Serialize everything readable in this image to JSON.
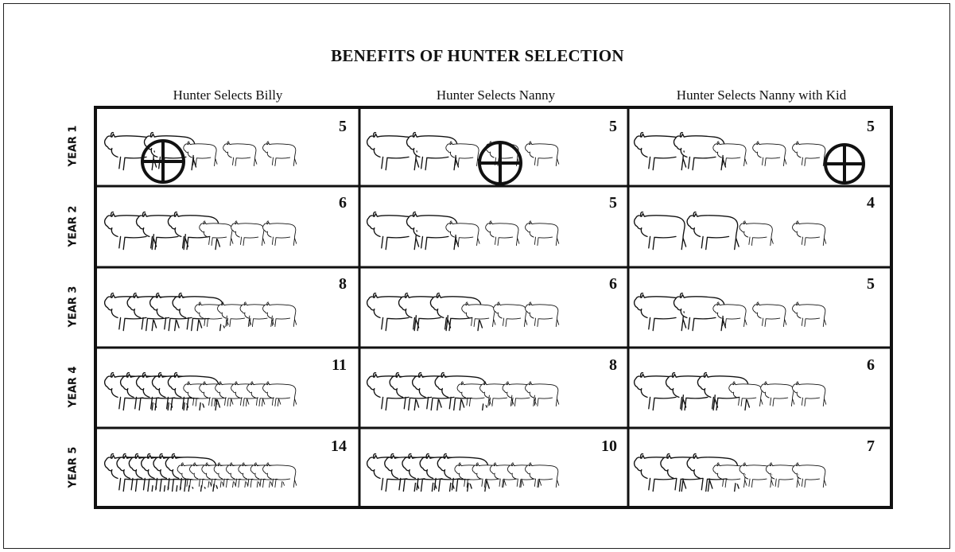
{
  "title": "BENEFITS OF HUNTER SELECTION",
  "columns": [
    {
      "label": "Hunter Selects Billy"
    },
    {
      "label": "Hunter Selects Nanny"
    },
    {
      "label": "Hunter Selects Nanny with Kid"
    }
  ],
  "rows": [
    {
      "label": "YEAR 1",
      "counts": [
        "5",
        "5",
        "5"
      ]
    },
    {
      "label": "YEAR 2",
      "counts": [
        "6",
        "5",
        "4"
      ]
    },
    {
      "label": "YEAR 3",
      "counts": [
        "8",
        "6",
        "5"
      ]
    },
    {
      "label": "YEAR 4",
      "counts": [
        "11",
        "8",
        "6"
      ]
    },
    {
      "label": "YEAR 5",
      "counts": [
        "14",
        "10",
        "7"
      ]
    }
  ],
  "icons": {
    "animal": "mountain-goat-icon",
    "target": "crosshair-icon"
  },
  "crosshair_placement": [
    "billy",
    "nanny",
    "nanny-with-kid"
  ]
}
